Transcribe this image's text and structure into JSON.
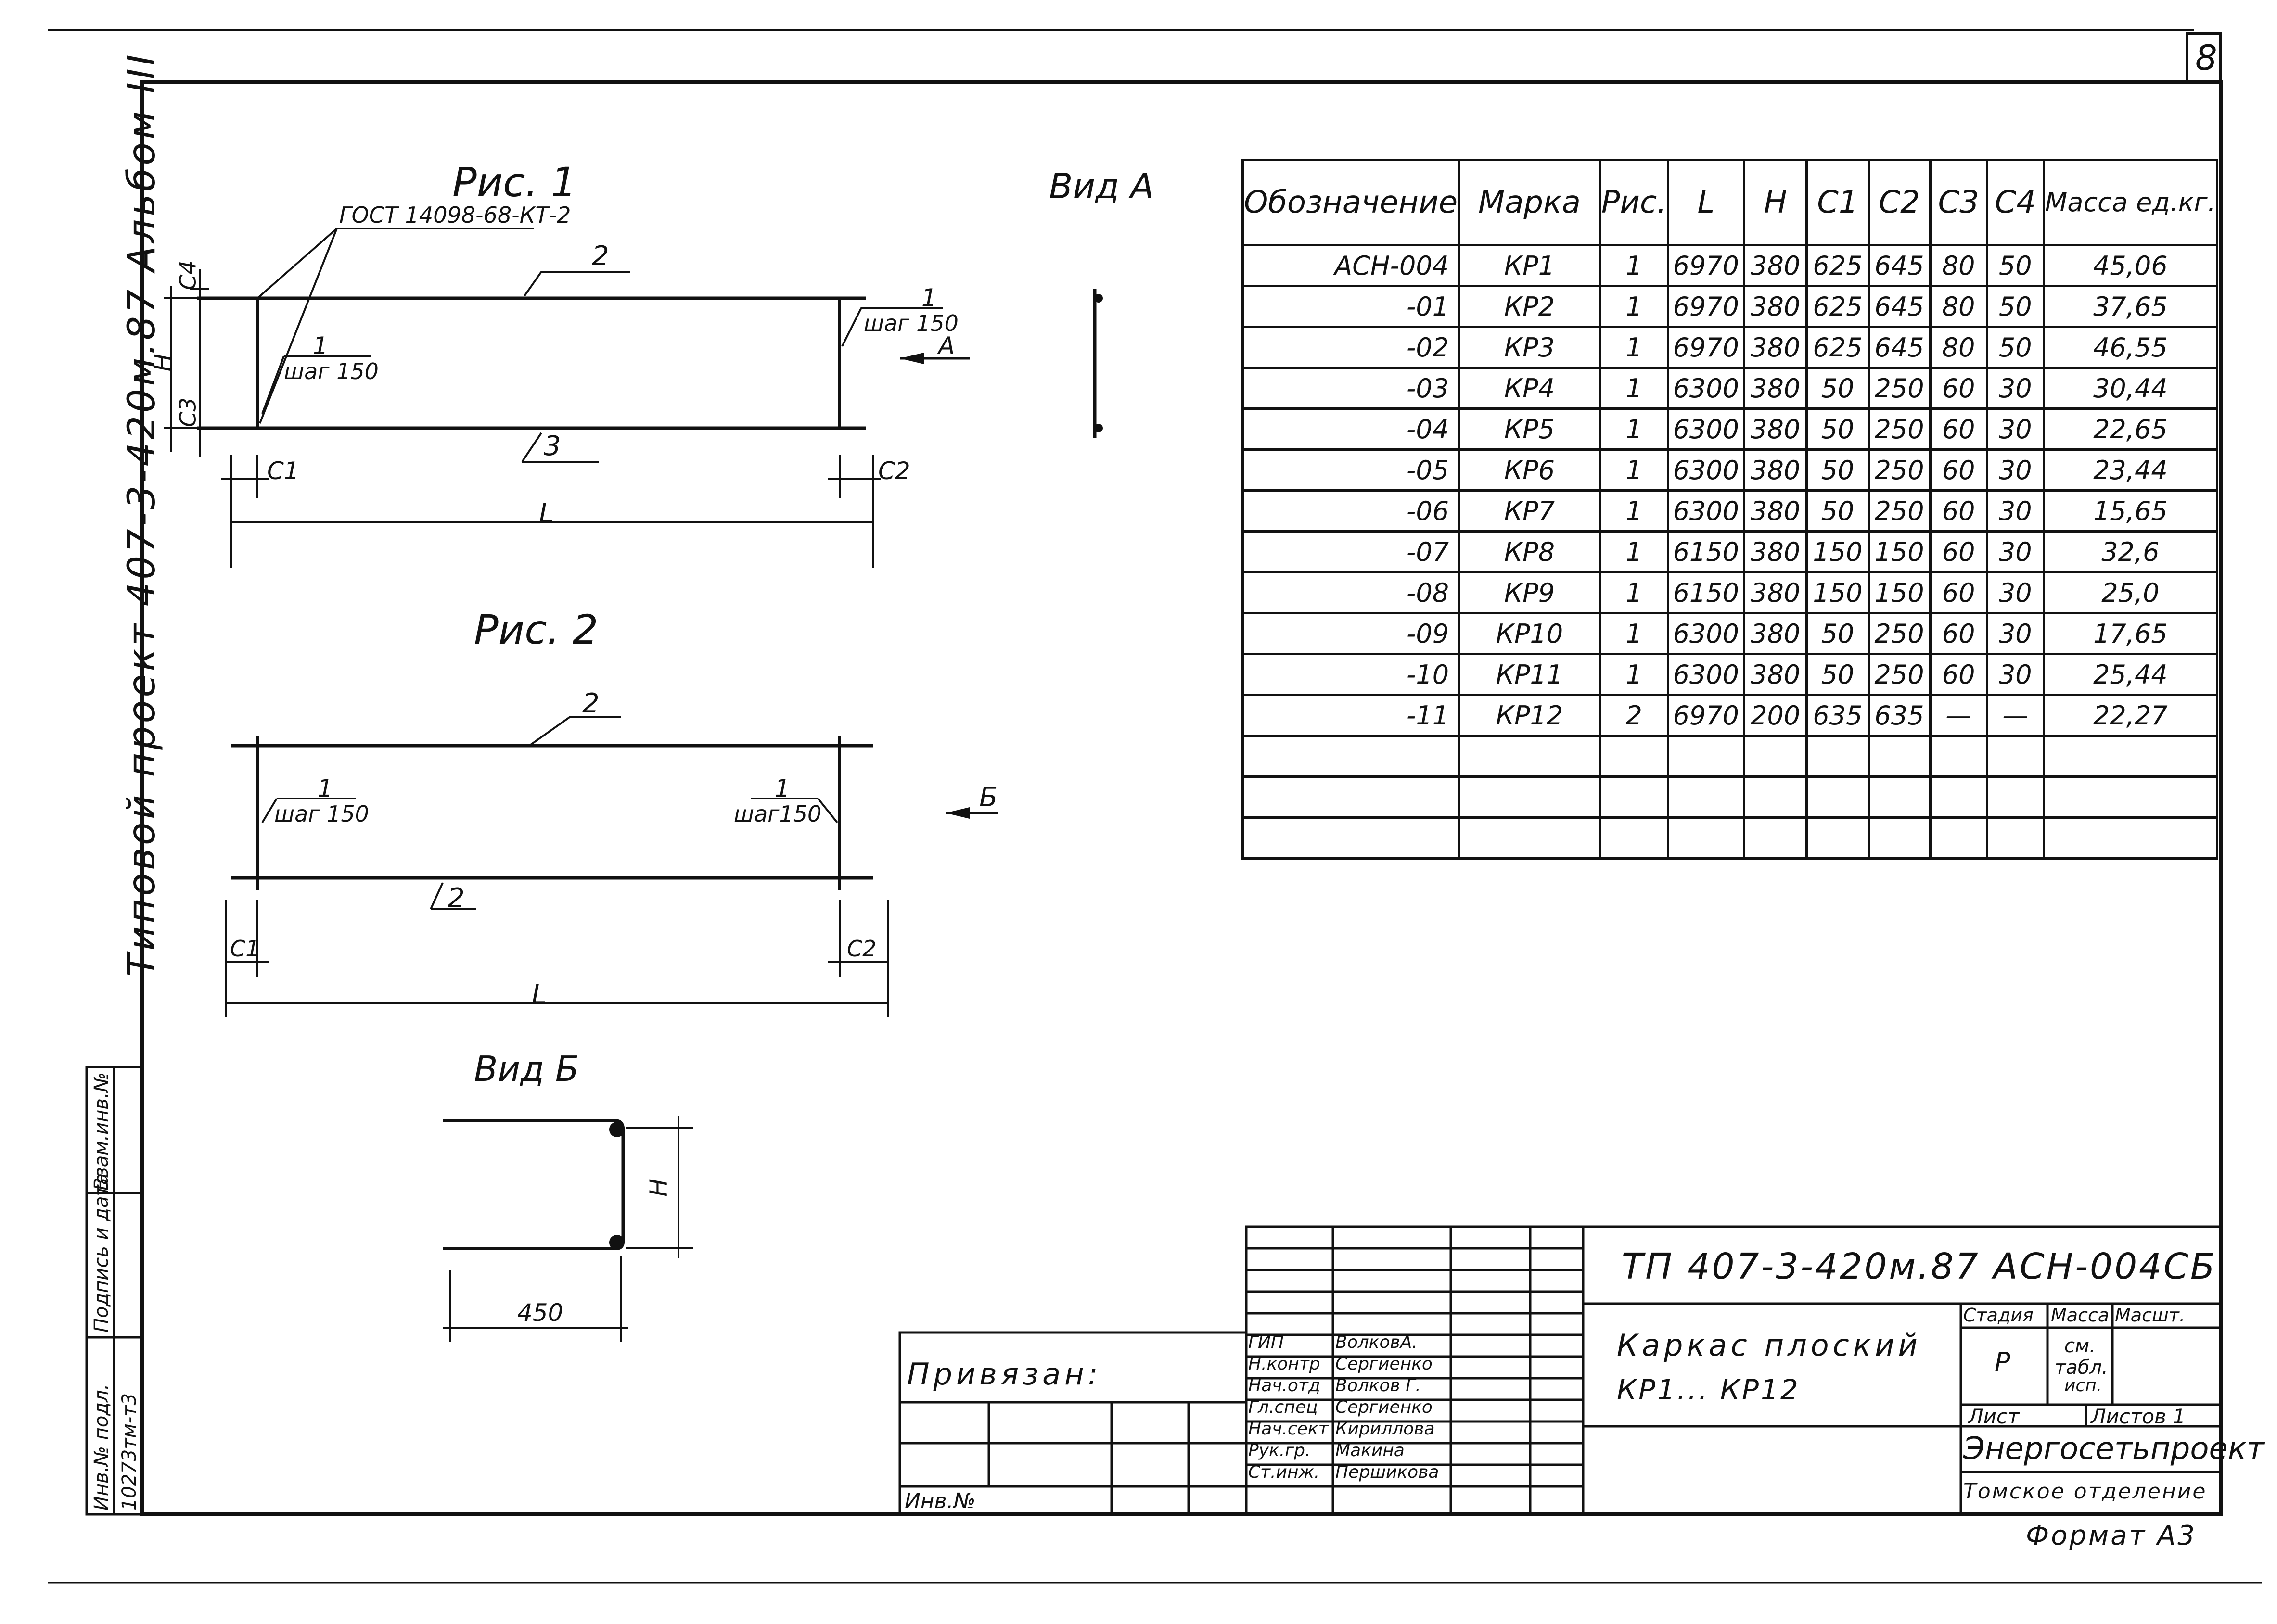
{
  "sheet_number": "8",
  "side_label": "Типовой проект 407-3-420м.87 Альбом III",
  "fig1": {
    "title": "Рис. 1",
    "gost": "ГОСТ 14098-68-КТ-2",
    "label_top": "2",
    "label_bottom": "3",
    "left_pos": "1",
    "left_step": "шаг 150",
    "right_pos": "1",
    "right_step": "шаг 150",
    "arrow_label": "А",
    "dim_c1": "C1",
    "dim_c2": "C2",
    "dim_c3": "C3",
    "dim_c4": "C4",
    "dim_h": "H",
    "dim_l": "L"
  },
  "view_a": {
    "title": "Вид А"
  },
  "fig2": {
    "title": "Рис. 2",
    "label_top": "2",
    "label_bottom": "2",
    "left_pos": "1",
    "left_step": "шаг 150",
    "right_pos": "1",
    "right_step": "шаг150",
    "arrow_label": "Б",
    "dim_c1": "C1",
    "dim_c2": "C2",
    "dim_l": "L"
  },
  "view_b": {
    "title": "Вид Б",
    "dim_h": "H",
    "dim_width": "450"
  },
  "table": {
    "headers": [
      "Обозначение",
      "Марка",
      "Рис.",
      "L",
      "H",
      "C1",
      "C2",
      "C3",
      "C4",
      "Масса ед.кг."
    ],
    "rows": [
      [
        "АСН-004",
        "КР1",
        "1",
        "6970",
        "380",
        "625",
        "645",
        "80",
        "50",
        "45,06"
      ],
      [
        "-01",
        "КР2",
        "1",
        "6970",
        "380",
        "625",
        "645",
        "80",
        "50",
        "37,65"
      ],
      [
        "-02",
        "КР3",
        "1",
        "6970",
        "380",
        "625",
        "645",
        "80",
        "50",
        "46,55"
      ],
      [
        "-03",
        "КР4",
        "1",
        "6300",
        "380",
        "50",
        "250",
        "60",
        "30",
        "30,44"
      ],
      [
        "-04",
        "КР5",
        "1",
        "6300",
        "380",
        "50",
        "250",
        "60",
        "30",
        "22,65"
      ],
      [
        "-05",
        "КР6",
        "1",
        "6300",
        "380",
        "50",
        "250",
        "60",
        "30",
        "23,44"
      ],
      [
        "-06",
        "КР7",
        "1",
        "6300",
        "380",
        "50",
        "250",
        "60",
        "30",
        "15,65"
      ],
      [
        "-07",
        "КР8",
        "1",
        "6150",
        "380",
        "150",
        "150",
        "60",
        "30",
        "32,6"
      ],
      [
        "-08",
        "КР9",
        "1",
        "6150",
        "380",
        "150",
        "150",
        "60",
        "30",
        "25,0"
      ],
      [
        "-09",
        "КР10",
        "1",
        "6300",
        "380",
        "50",
        "250",
        "60",
        "30",
        "17,65"
      ],
      [
        "-10",
        "КР11",
        "1",
        "6300",
        "380",
        "50",
        "250",
        "60",
        "30",
        "25,44"
      ],
      [
        "-11",
        "КР12",
        "2",
        "6970",
        "200",
        "635",
        "635",
        "—",
        "—",
        "22,27"
      ]
    ]
  },
  "left_stamp": {
    "inv_podl": "Инв.№ подл.",
    "podpis": "Подпись и дата",
    "vzam": "Взам.инв.№",
    "inv_value": "10273тм-т3"
  },
  "privyazan": {
    "label": "Привязан:",
    "inv": "Инв.№"
  },
  "title_block": {
    "doc_code": "ТП 407-3-420м.87 АСН-004СБ",
    "title_line1": "Каркас плоский",
    "title_line2": "КР1... КР12",
    "stage_label": "Стадия",
    "mass_label": "Масса",
    "scale_label": "Масшт.",
    "stage_value": "Р",
    "mass_value_1": "см.",
    "mass_value_2": "табл.",
    "mass_value_3": "исп.",
    "sheet_label": "Лист",
    "sheets_label": "Листов 1",
    "org_name": "Энергосетьпроект",
    "org_branch": "Томское отделение",
    "roles": [
      {
        "role": "ГИП",
        "name": "ВолковА."
      },
      {
        "role": "Н.контр",
        "name": "Сергиенко"
      },
      {
        "role": "Нач.отд",
        "name": "Волков Г."
      },
      {
        "role": "Гл.спец",
        "name": "Сергиенко"
      },
      {
        "role": "Нач.сект",
        "name": "Кириллова"
      },
      {
        "role": "Рук.гр.",
        "name": "Макина"
      },
      {
        "role": "Ст.инж.",
        "name": "Першикова"
      }
    ]
  },
  "format": "Формат А3"
}
